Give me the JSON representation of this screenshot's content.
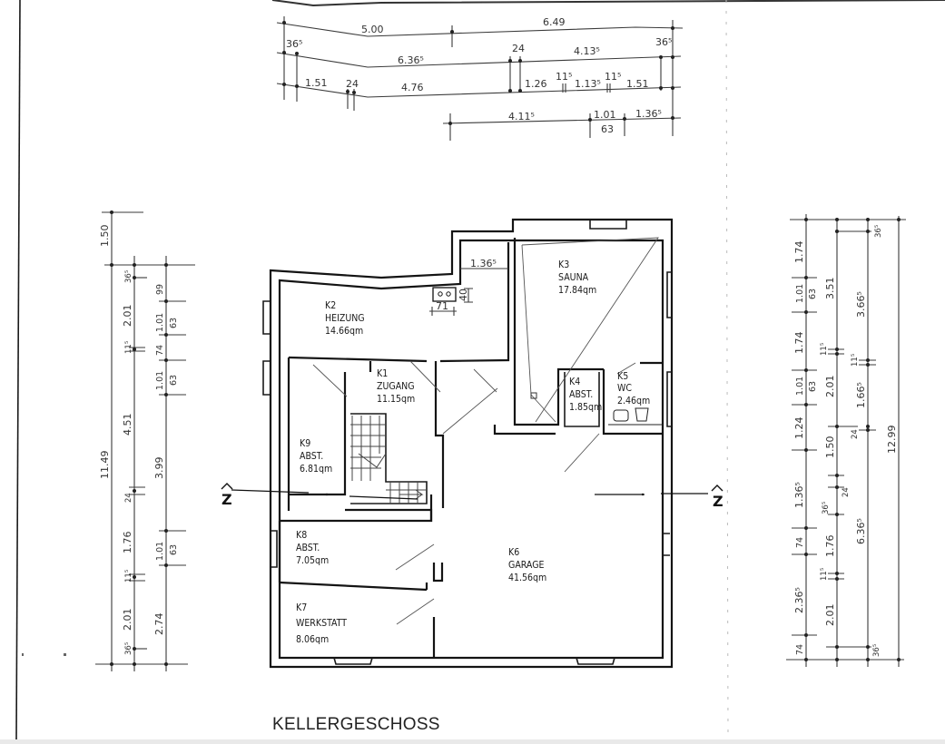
{
  "title": "KELLERGESCHOSS",
  "rooms": [
    {
      "id": "K1",
      "name": "ZUGANG",
      "area": "11.15qm"
    },
    {
      "id": "K2",
      "name": "HEIZUNG",
      "area": "14.66qm"
    },
    {
      "id": "K3",
      "name": "SAUNA",
      "area": "17.84qm"
    },
    {
      "id": "K4",
      "name": "ABST.",
      "area": "1.85qm"
    },
    {
      "id": "K5",
      "name": "WC",
      "area": "2.46qm"
    },
    {
      "id": "K6",
      "name": "GARAGE",
      "area": "41.56qm"
    },
    {
      "id": "K7",
      "name": "WERKSTATT",
      "area": "8.06qm"
    },
    {
      "id": "K8",
      "name": "ABST.",
      "area": "7.05qm"
    },
    {
      "id": "K9",
      "name": "ABST.",
      "area": "6.81qm"
    }
  ],
  "section_marker": "Z",
  "dimensions": {
    "top": {
      "row1": [
        "5.00",
        "6.49"
      ],
      "row2": [
        "36⁵",
        "6.36⁵",
        "24",
        "4.13⁵",
        "36⁵"
      ],
      "row3": [
        "1.51",
        "24",
        "4.76",
        "1.26",
        "11⁵",
        "1.13⁵",
        "11⁵",
        "1.51"
      ],
      "row4": [
        "4.11⁵",
        "1.01",
        "63",
        "1.36⁵"
      ]
    },
    "left": {
      "outer": [
        "1.50",
        "11.49"
      ],
      "middle": [
        "36⁵",
        "2.01",
        "11⁵",
        "4.51",
        "24",
        "1.76",
        "11⁵",
        "2.01",
        "36⁵"
      ],
      "inner": [
        "99",
        "1.01",
        "63",
        "74",
        "1.01",
        "63",
        "3.99",
        "1.01",
        "63",
        "2.74"
      ]
    },
    "right": {
      "col1": [
        "1.74",
        "1.01",
        "63",
        "1.74",
        "1.01",
        "63",
        "1.24",
        "1.36⁵",
        "74",
        "2.36⁵",
        "74"
      ],
      "col2": [
        "3.51",
        "11⁵",
        "2.01",
        "1.50",
        "36⁵",
        "24",
        "1.76",
        "11⁵",
        "2.01"
      ],
      "col3": [
        "36⁵",
        "3.66⁵",
        "11⁵",
        "1.66⁵",
        "24",
        "6.36⁵",
        "36⁵"
      ],
      "col4": [
        "12.99"
      ]
    },
    "heizung_detail": {
      "width": "1.36⁵",
      "boiler_w": "71",
      "boiler_h": "40"
    }
  }
}
